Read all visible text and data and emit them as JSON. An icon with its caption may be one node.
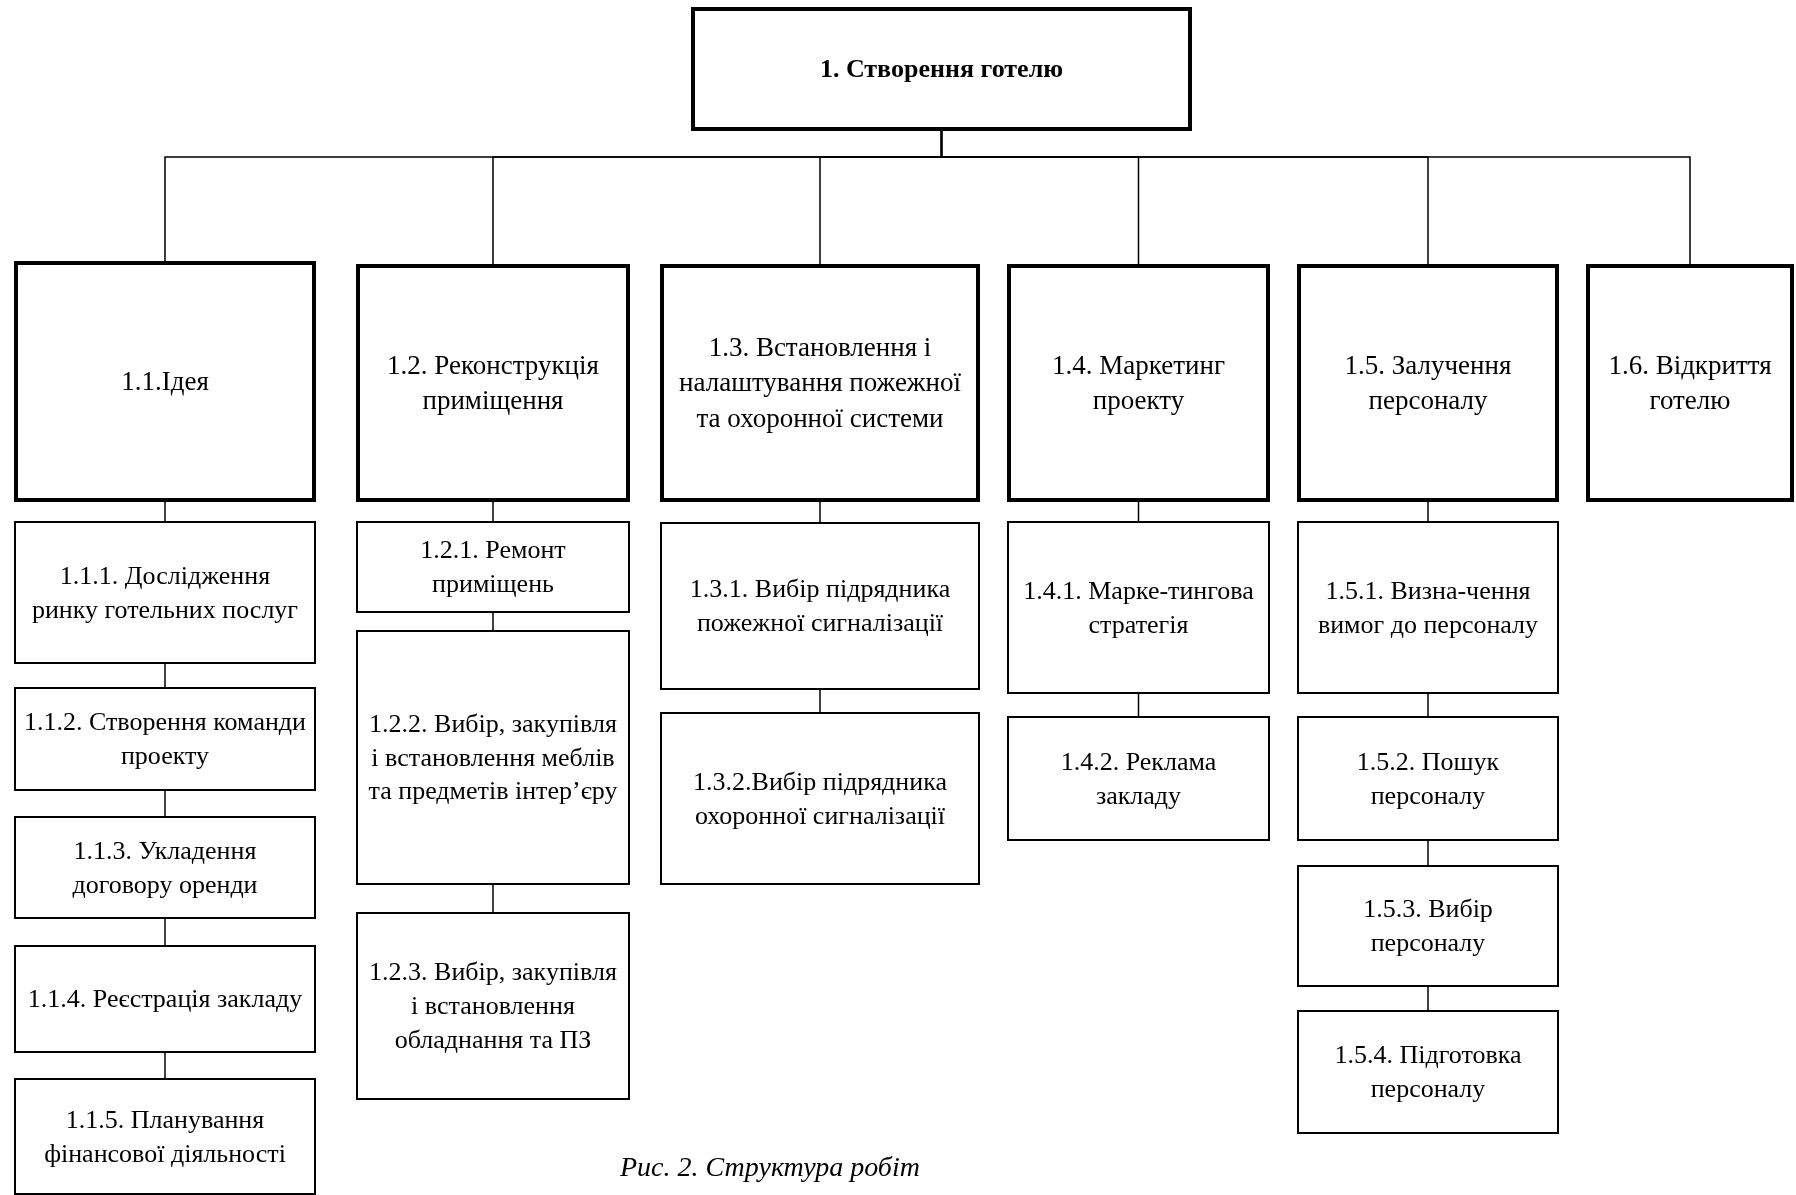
{
  "diagram": {
    "caption": "Рис. 2. Структура робіт",
    "nodes": [
      {
        "text": [
          "1. Створення готелю"
        ]
      },
      {
        "text": [
          "1.1.Ідея"
        ]
      },
      {
        "text": [
          "1.1.1. Дослідження ринку готельних послуг"
        ]
      },
      {
        "text": [
          "1.1.2. Створення команди проекту"
        ]
      },
      {
        "text": [
          "1.1.3. Укладення договору оренди"
        ]
      },
      {
        "text": [
          "1.1.4. Реєстрація закладу"
        ]
      },
      {
        "text": [
          "1.1.5. Планування фінансової діяльності"
        ]
      },
      {
        "text": [
          "1.2. Реконструкція приміщення"
        ]
      },
      {
        "text": [
          "1.2.1. Ремонт приміщень"
        ]
      },
      {
        "text": [
          "1.2.2. Вибір, закупівля і встановлення меблів та предметів інтер’єру"
        ]
      },
      {
        "text": [
          "1.2.3. Вибір, закупівля і встановлення обладнання та ПЗ"
        ]
      },
      {
        "text": [
          "1.3. Встановлення і налаштування пожежної та охоронної системи"
        ]
      },
      {
        "text": [
          "1.3.1. Вибір підрядника пожежної сигналізації"
        ]
      },
      {
        "text": [
          "1.3.2.Вибір підрядника охоронної сигналізації"
        ]
      },
      {
        "text": [
          "1.4. Маркетинг проекту"
        ]
      },
      {
        "text": [
          "1.4.1. Марке-тингова стратегія"
        ]
      },
      {
        "text": [
          "1.4.2. Реклама закладу"
        ]
      },
      {
        "text": [
          "1.5. Залучення персоналу"
        ]
      },
      {
        "text": [
          "1.5.1. Визна-чення вимог до персоналу"
        ]
      },
      {
        "text": [
          "1.5.2. Пошук персоналу"
        ]
      },
      {
        "text": [
          "1.5.3. Вибір персоналу"
        ]
      },
      {
        "text": [
          "1.5.4. Підготовка персоналу"
        ]
      },
      {
        "text": [
          "1.6. Відкриття готелю"
        ]
      }
    ],
    "edges": [
      {
        "from": 0,
        "to": 1,
        "arrow": "none"
      },
      {
        "from": 0,
        "to": 7,
        "arrow": "none"
      },
      {
        "from": 0,
        "to": 11,
        "arrow": "none"
      },
      {
        "from": 0,
        "to": 14,
        "arrow": "none"
      },
      {
        "from": 0,
        "to": 17,
        "arrow": "none"
      },
      {
        "from": 0,
        "to": 22,
        "arrow": "none"
      },
      {
        "from": 1,
        "to": 2,
        "arrow": "none"
      },
      {
        "from": 2,
        "to": 3,
        "arrow": "none"
      },
      {
        "from": 3,
        "to": 4,
        "arrow": "none"
      },
      {
        "from": 4,
        "to": 5,
        "arrow": "none"
      },
      {
        "from": 5,
        "to": 6,
        "arrow": "none"
      },
      {
        "from": 7,
        "to": 8,
        "arrow": "none"
      },
      {
        "from": 8,
        "to": 9,
        "arrow": "none"
      },
      {
        "from": 9,
        "to": 10,
        "arrow": "none"
      },
      {
        "from": 11,
        "to": 12,
        "arrow": "none"
      },
      {
        "from": 12,
        "to": 13,
        "arrow": "none"
      },
      {
        "from": 14,
        "to": 15,
        "arrow": "none"
      },
      {
        "from": 15,
        "to": 16,
        "arrow": "none"
      },
      {
        "from": 17,
        "to": 18,
        "arrow": "none"
      },
      {
        "from": 18,
        "to": 19,
        "arrow": "none"
      },
      {
        "from": 19,
        "to": 20,
        "arrow": "none"
      },
      {
        "from": 20,
        "to": 21,
        "arrow": "none"
      }
    ]
  }
}
